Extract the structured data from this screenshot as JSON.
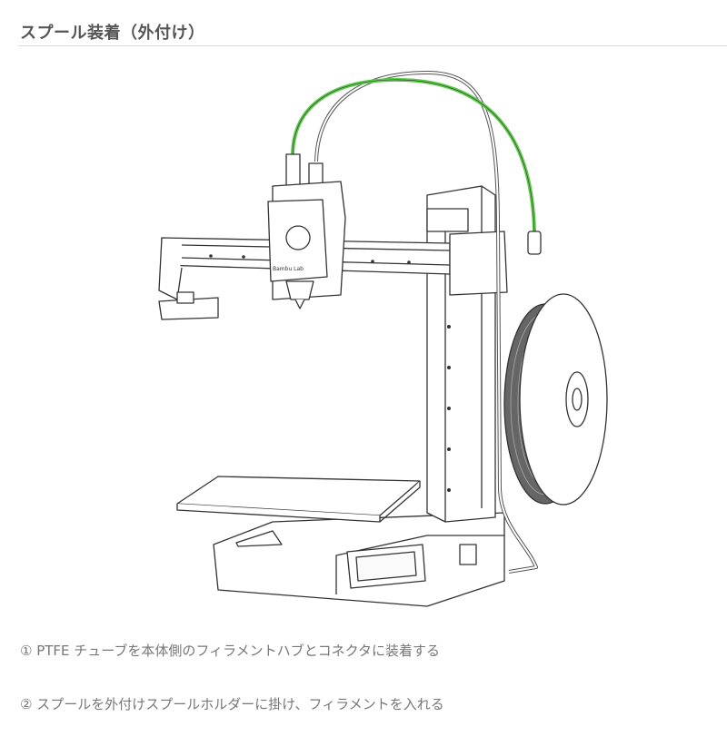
{
  "section": {
    "title": "スプール装着（外付け）"
  },
  "illustration": {
    "printer_logo_text": "Bambu Lab",
    "filament_tube_color": "#5cc94a"
  },
  "steps": [
    {
      "text": "① PTFE チューブを本体側のフィラメントハブとコネクタに装着する"
    },
    {
      "text": "② スプールを外付けスプールホルダーに掛け、フィラメントを入れる"
    }
  ]
}
